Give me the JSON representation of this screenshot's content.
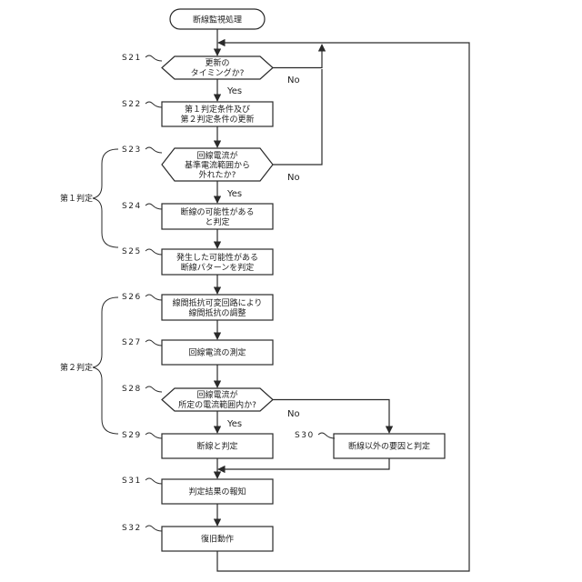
{
  "start": {
    "label": "断線監視処理"
  },
  "steps": {
    "s21": {
      "id": "S21",
      "lines": [
        "更新の",
        "タイミングか?"
      ]
    },
    "s22": {
      "id": "S22",
      "lines": [
        "第１判定条件及び",
        "第２判定条件の更新"
      ]
    },
    "s23": {
      "id": "S23",
      "lines": [
        "回線電流が",
        "基準電流範囲から",
        "外れたか?"
      ]
    },
    "s24": {
      "id": "S24",
      "lines": [
        "断線の可能性がある",
        "と判定"
      ]
    },
    "s25": {
      "id": "S25",
      "lines": [
        "発生した可能性がある",
        "断線パターンを判定"
      ]
    },
    "s26": {
      "id": "S26",
      "lines": [
        "線間抵抗可変回路により",
        "線間抵抗の調整"
      ]
    },
    "s27": {
      "id": "S27",
      "lines": [
        "回線電流の測定"
      ]
    },
    "s28": {
      "id": "S28",
      "lines": [
        "回線電流が",
        "所定の電流範囲内か?"
      ]
    },
    "s29": {
      "id": "S29",
      "lines": [
        "断線と判定"
      ]
    },
    "s30": {
      "id": "S30",
      "lines": [
        "断線以外の要因と判定"
      ]
    },
    "s31": {
      "id": "S31",
      "lines": [
        "判定結果の報知"
      ]
    },
    "s32": {
      "id": "S32",
      "lines": [
        "復旧動作"
      ]
    }
  },
  "branch_labels": {
    "yes": "Yes",
    "no": "No"
  },
  "groups": {
    "first": "第１判定",
    "second": "第２判定"
  },
  "colors": {
    "line": "#2a2a2a",
    "text": "#1e1e1e",
    "background": "#ffffff"
  }
}
